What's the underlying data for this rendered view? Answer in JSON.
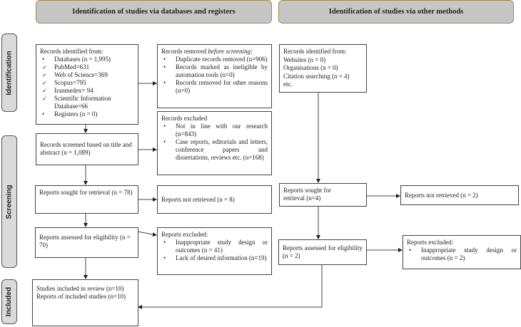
{
  "headers": {
    "databases": "Identification of studies via databases and registers",
    "other": "Identification of studies via other methods"
  },
  "phases": {
    "identification": "Identification",
    "screening": "Screening",
    "included": "Included"
  },
  "db": {
    "identified": {
      "title": "Records identified from:",
      "items": [
        {
          "mark": "bullet",
          "text": "Databases (n = 1,995)"
        },
        {
          "mark": "check",
          "text": "PubMed=631"
        },
        {
          "mark": "check",
          "text": "Web of Science=369"
        },
        {
          "mark": "check",
          "text": "Scopus=795"
        },
        {
          "mark": "check",
          "text": "Iranmedex= 94"
        },
        {
          "mark": "check",
          "text": "Scientific Information Database=66"
        },
        {
          "mark": "bullet",
          "text": "Registers (n = 0)"
        }
      ]
    },
    "removed": {
      "title_pre": "Records removed ",
      "title_em": "before screening",
      "title_post": ":",
      "items": [
        "Duplicate records removed (n=906)",
        "Records marked as ineligible by automation tools (n=0)",
        "Records removed for other reasons (n=0)"
      ]
    },
    "screened": "Records screened based on title and abstract (n = 1,089)",
    "excluded": {
      "title": "Records excluded",
      "items": [
        "Not in line with our research (n=843)",
        "Case reports, editorials and letters, conference papers and dissertations, reviews etc. (n=168)"
      ]
    },
    "sought": "Reports sought for retrieval (n = 78)",
    "not_retrieved": "Reports not retrieved (n = 8)",
    "assessed": "Reports assessed for eligibility (n = 70)",
    "reports_excluded": {
      "title": "Reports excluded:",
      "items": [
        "Inappropriate study design or outcomes (n = 41)",
        "Lack of desired information (n=19)"
      ]
    },
    "included": [
      "Studies included in review (n=10)",
      "Reports of included studies (n=10)"
    ]
  },
  "other": {
    "identified": [
      "Records identified from:",
      "Websites (n = 0)",
      "Organisations (n = 0)",
      "Citation searching (n = 4)",
      "etc."
    ],
    "sought": "Reports sought for retrieval (n=4)",
    "not_retrieved": "Reports not retrieved (n = 2)",
    "assessed": "Reports assessed for eligibility (n = 2)",
    "reports_excluded": {
      "title": "Reports excluded:",
      "items": [
        "Inappropriate study design or outcomes (n = 2)"
      ]
    }
  },
  "colors": {
    "header_fill": "#c6c6c6",
    "header_border": "#a08a4a",
    "phase_fill": "#dadada"
  }
}
